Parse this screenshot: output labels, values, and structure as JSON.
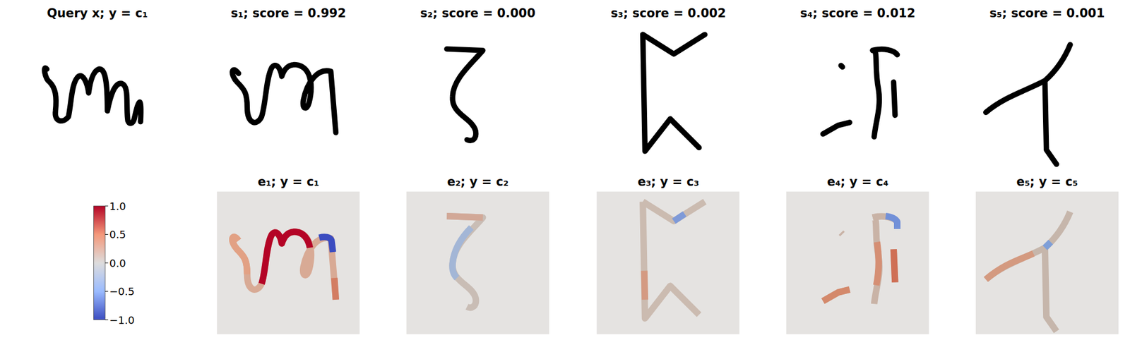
{
  "diagram": {
    "labels": [
      "Query x; y = c₁",
      "s₁; score = 0.992",
      "s₂; score = 0.000",
      "s₃; score = 0.002",
      "s₄; score = 0.012",
      "s₅; score = 0.001",
      "e₁; y = c₁",
      "e₂; y = c₂",
      "e₃; y = c₃",
      "e₄; y = c₄",
      "e₅; y = c₅",
      "1.0",
      "0.5",
      "0.0",
      "−0.5",
      "−1.0"
    ]
  }
}
